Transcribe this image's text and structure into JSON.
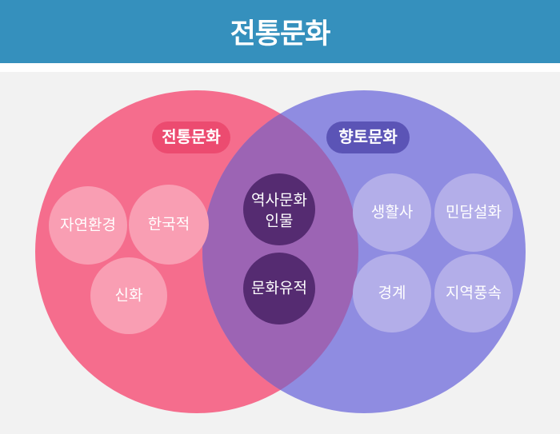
{
  "header": {
    "title": "전통문화",
    "background_color": "#3590bd",
    "text_color": "#ffffff"
  },
  "canvas": {
    "body_background": "#f2f2f2",
    "gap_color": "#ffffff"
  },
  "venn": {
    "left_set": {
      "badge_label": "전통문화",
      "circle_color": "#f56d8d",
      "badge_color": "#ec4b70",
      "item_circle_color": "#f99eb3",
      "label_color": "#ffffff",
      "items": [
        "자연환경",
        "한국적",
        "신화"
      ]
    },
    "right_set": {
      "badge_label": "향토문화",
      "circle_color": "#8f8ce1",
      "badge_color": "#5b54b6",
      "item_circle_color": "#b3aee9",
      "label_color": "#ffffff",
      "items": [
        "생활사",
        "민담설화",
        "경계",
        "지역풍속"
      ]
    },
    "intersection": {
      "lens_color": "#9c64b4",
      "item_circle_color": "#552b71",
      "label_color": "#ffffff",
      "items": [
        [
          "역사문화",
          "인물"
        ],
        [
          "문화유적"
        ]
      ]
    }
  }
}
